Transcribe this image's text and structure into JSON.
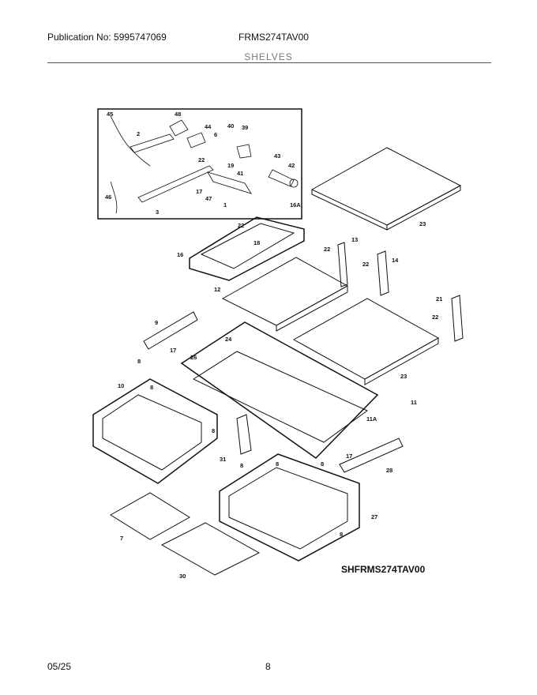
{
  "header": {
    "publication": "Publication No: 5995747069",
    "model": "FRMS274TAV00",
    "section": "SHELVES"
  },
  "diagram": {
    "code": "SHFRMS274TAV00",
    "callouts": [
      {
        "id": "45",
        "label": "45"
      },
      {
        "id": "48",
        "label": "48"
      },
      {
        "id": "2",
        "label": "2"
      },
      {
        "id": "44",
        "label": "44"
      },
      {
        "id": "6",
        "label": "6"
      },
      {
        "id": "40",
        "label": "40"
      },
      {
        "id": "39",
        "label": "39"
      },
      {
        "id": "22",
        "label": "22"
      },
      {
        "id": "19",
        "label": "19"
      },
      {
        "id": "43",
        "label": "43"
      },
      {
        "id": "41",
        "label": "41"
      },
      {
        "id": "42",
        "label": "42"
      },
      {
        "id": "17",
        "label": "17"
      },
      {
        "id": "47",
        "label": "47"
      },
      {
        "id": "1",
        "label": "1"
      },
      {
        "id": "46",
        "label": "46"
      },
      {
        "id": "3",
        "label": "3"
      },
      {
        "id": "16A",
        "label": "16A"
      },
      {
        "id": "23",
        "label": "23"
      },
      {
        "id": "22",
        "label": "22"
      },
      {
        "id": "18",
        "label": "18"
      },
      {
        "id": "16",
        "label": "16"
      },
      {
        "id": "13",
        "label": "13"
      },
      {
        "id": "22",
        "label": "22"
      },
      {
        "id": "22",
        "label": "22"
      },
      {
        "id": "14",
        "label": "14"
      },
      {
        "id": "12",
        "label": "12"
      },
      {
        "id": "21",
        "label": "21"
      },
      {
        "id": "22",
        "label": "22"
      },
      {
        "id": "9",
        "label": "9"
      },
      {
        "id": "17",
        "label": "17"
      },
      {
        "id": "24",
        "label": "24"
      },
      {
        "id": "8",
        "label": "8"
      },
      {
        "id": "26",
        "label": "26"
      },
      {
        "id": "23",
        "label": "23"
      },
      {
        "id": "10",
        "label": "10"
      },
      {
        "id": "8",
        "label": "8"
      },
      {
        "id": "11",
        "label": "11"
      },
      {
        "id": "11A",
        "label": "11A"
      },
      {
        "id": "8",
        "label": "8"
      },
      {
        "id": "31",
        "label": "31"
      },
      {
        "id": "8",
        "label": "8"
      },
      {
        "id": "17",
        "label": "17"
      },
      {
        "id": "8",
        "label": "8"
      },
      {
        "id": "8",
        "label": "8"
      },
      {
        "id": "28",
        "label": "28"
      },
      {
        "id": "27",
        "label": "27"
      },
      {
        "id": "7",
        "label": "7"
      },
      {
        "id": "8",
        "label": "8"
      },
      {
        "id": "30",
        "label": "30"
      }
    ]
  },
  "footer": {
    "date": "05/25",
    "page": "8"
  }
}
